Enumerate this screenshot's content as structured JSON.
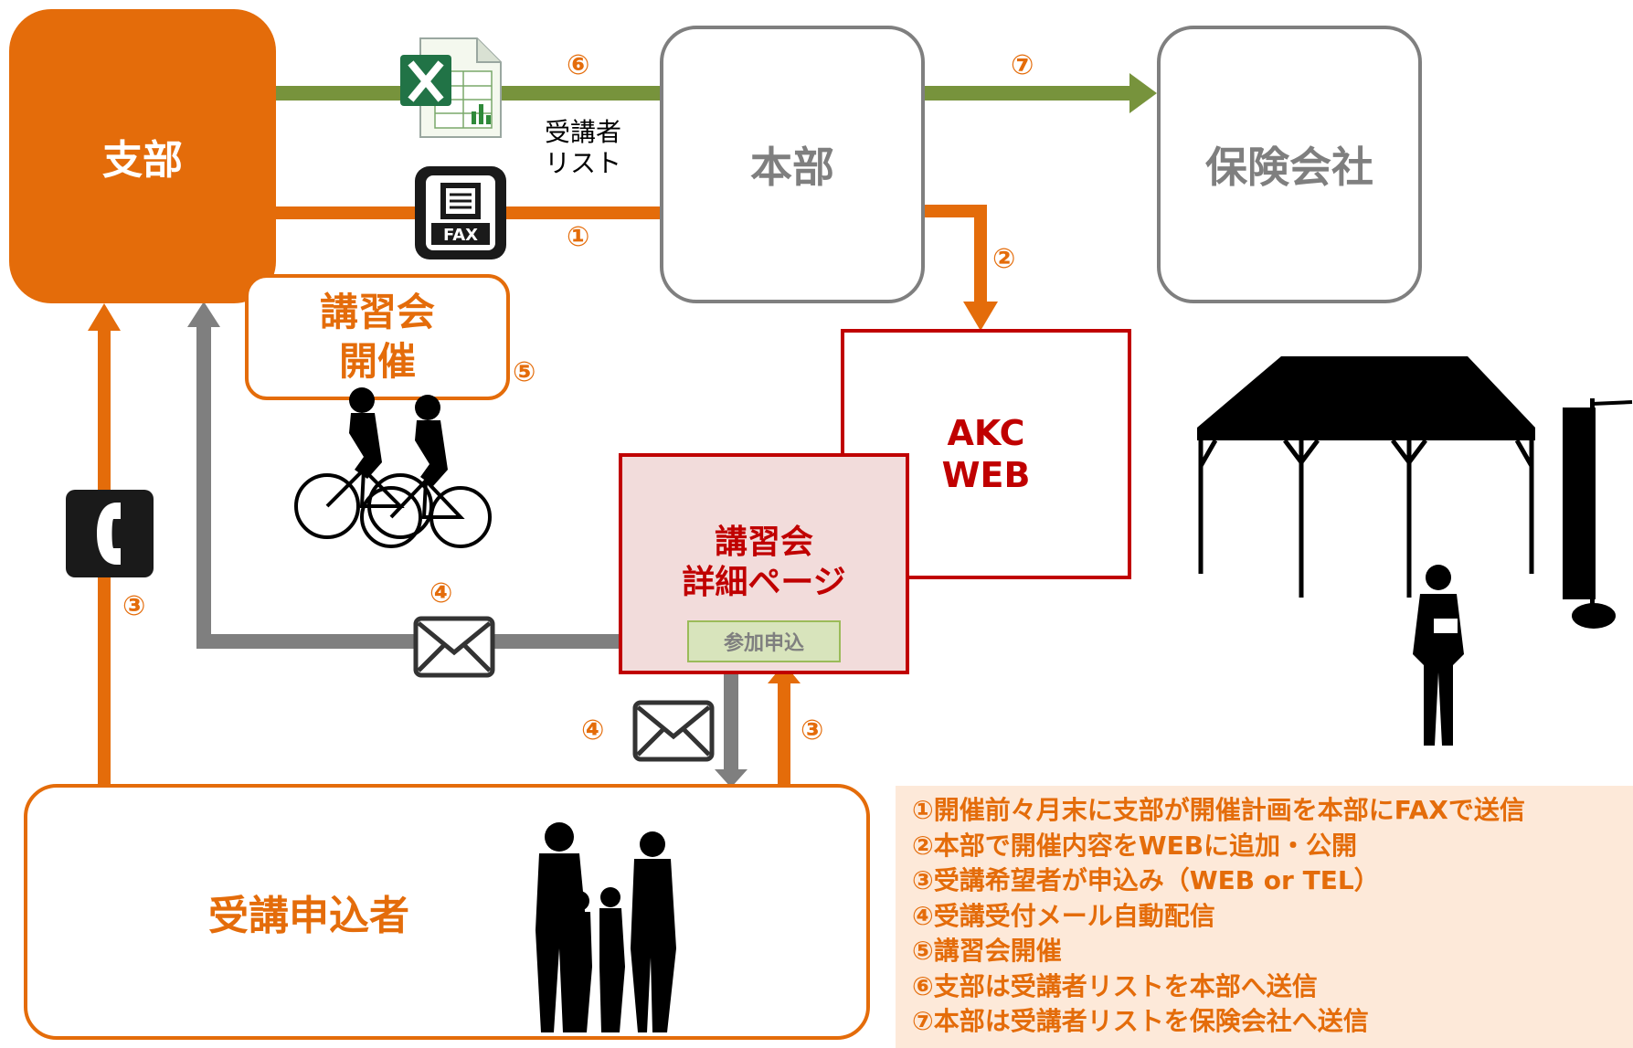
{
  "nodes": {
    "branch": "支部",
    "headquarters": "本部",
    "insurer": "保険会社",
    "akc_web": [
      "AKC",
      "WEB"
    ],
    "detail_page": [
      "講習会",
      "詳細ページ"
    ],
    "apply_button": "参加申込",
    "seminar": [
      "講習会",
      "開催"
    ],
    "applicant": "受講申込者"
  },
  "labels": {
    "attendee_list": [
      "受講者",
      "リスト"
    ],
    "fax_text": "FAX"
  },
  "step_markers": {
    "s1": "①",
    "s2": "②",
    "s3": "③",
    "s4": "④",
    "s5": "⑤",
    "s6": "⑥",
    "s7": "⑦"
  },
  "legend": [
    "①開催前々月末に支部が開催計画を本部にFAXで送信",
    "②本部で開催内容をWEBに追加・公開",
    "③受講希望者が申込み（WEB or TEL）",
    "④受講受付メール自動配信",
    "⑤講習会開催",
    "⑥支部は受講者リストを本部へ送信",
    "⑦本部は受講者リストを保険会社へ送信"
  ],
  "colors": {
    "orange": "#e46c0a",
    "green": "#77933c",
    "grey": "#7f7f7f",
    "red": "#c00000",
    "pink": "#f2dcdb",
    "legend_bg": "#fde9d9"
  }
}
